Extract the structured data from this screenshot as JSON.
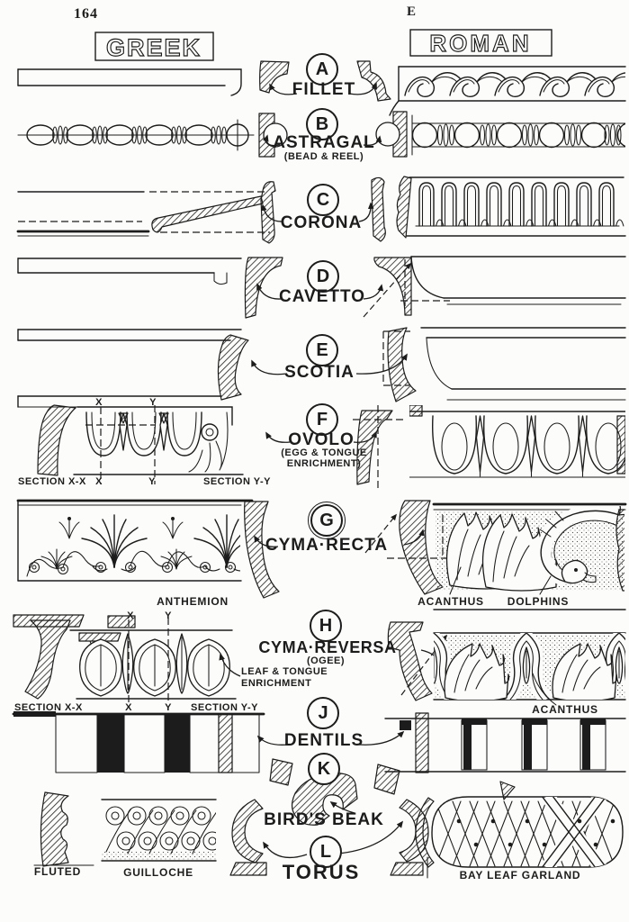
{
  "page": {
    "number": "164",
    "plate_letter": "E"
  },
  "headers": {
    "left": "GREEK",
    "right": "ROMAN"
  },
  "moldings": [
    {
      "letter": "A",
      "name": "FILLET"
    },
    {
      "letter": "B",
      "name": "ASTRAGAL",
      "sub1": "(BEAD & REEL)"
    },
    {
      "letter": "C",
      "name": "CORONA"
    },
    {
      "letter": "D",
      "name": "CAVETTO"
    },
    {
      "letter": "E",
      "name": "SCOTIA"
    },
    {
      "letter": "F",
      "name": "OVOLO",
      "sub1": "(EGG & TONGUE",
      "sub2": "ENRICHMENT)"
    },
    {
      "letter": "G",
      "name": "CYMA·RECTA"
    },
    {
      "letter": "H",
      "name": "CYMA·REVERSA",
      "sub1": "(OGEE)"
    },
    {
      "letter": "J",
      "name": "DENTILS"
    },
    {
      "letter": "K",
      "name": "BIRD'S BEAK"
    },
    {
      "letter": "L",
      "name": "TORUS"
    }
  ],
  "annotations": {
    "section_xx": "SECTION X-X",
    "section_yy": "SECTION Y-Y",
    "x": "X",
    "y": "Y",
    "leaf_tongue_1": "LEAF & TONGUE",
    "leaf_tongue_2": "ENRICHMENT",
    "anthemion": "ANTHEMION",
    "acanthus": "ACANTHUS",
    "dolphins": "DOLPHINS",
    "fluted": "FLUTED",
    "guilloche": "GUILLOCHE",
    "bay_leaf": "BAY LEAF GARLAND"
  },
  "colors": {
    "ink": "#1c1c1c",
    "paper": "#fcfcfa"
  }
}
